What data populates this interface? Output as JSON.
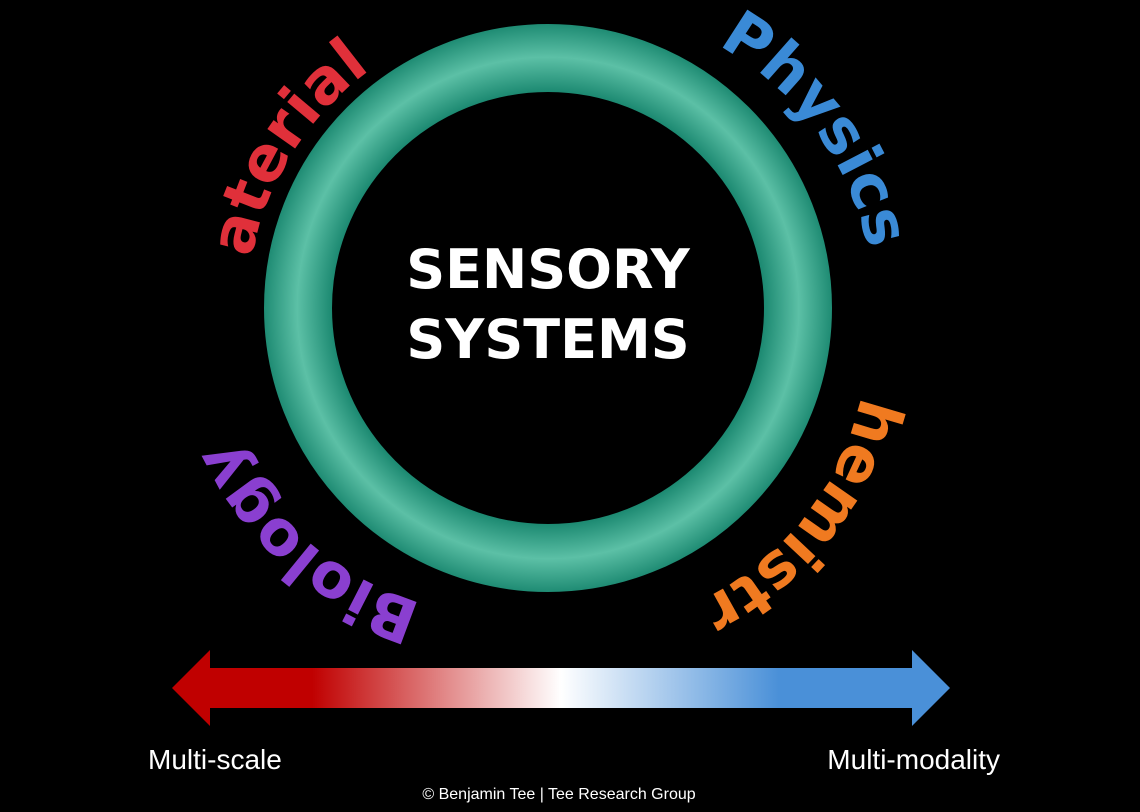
{
  "center": {
    "line1": "SENSORY",
    "line2": "SYSTEMS"
  },
  "disciplines": {
    "materials": {
      "label": "Materials",
      "color": "#e0303a"
    },
    "physics": {
      "label": "Physics",
      "color": "#3a8ad6"
    },
    "chemistry": {
      "label": "Chemistry",
      "color": "#f07a20"
    },
    "biology": {
      "label": "Biology",
      "color": "#8a3fd0"
    }
  },
  "ring": {
    "color": "#2a9a80",
    "highlight": "#5cc0a6"
  },
  "arrow": {
    "left_color": "#c00000",
    "mid_color": "#ffffff",
    "right_color": "#4a90d8",
    "left_label": "Multi-scale",
    "right_label": "Multi-modality"
  },
  "credit": "© Benjamin Tee | Tee Research Group"
}
